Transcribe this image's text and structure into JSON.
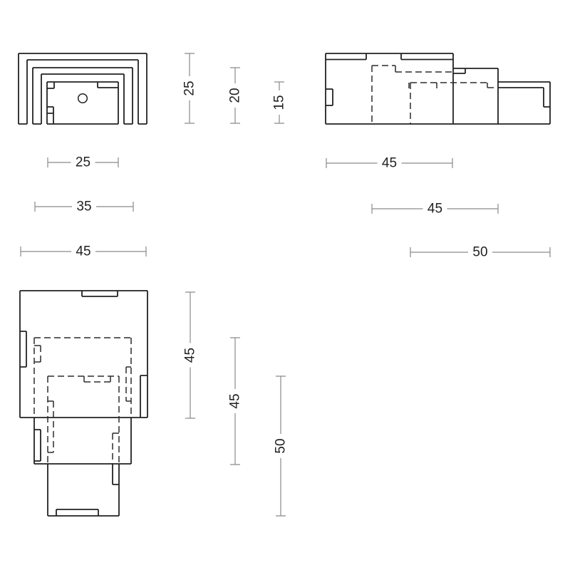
{
  "drawing": {
    "type": "technical-orthographic-views-nesting-tables",
    "line_color": "#222222",
    "dim_line_color": "#8a8a8a",
    "background": "#ffffff"
  },
  "dims": {
    "height_large": "25",
    "height_mid": "20",
    "height_small": "15",
    "width_small": "25",
    "width_mid": "35",
    "width_large": "45",
    "side_depth_a": "45",
    "side_depth_b": "45",
    "side_depth_c": "50",
    "top_depth_a": "45",
    "top_depth_b": "45",
    "top_depth_c": "50"
  }
}
